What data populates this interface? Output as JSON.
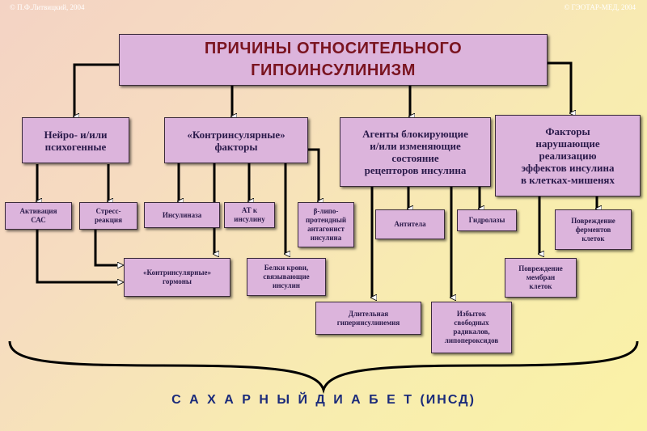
{
  "copyright_left": "© П.Ф.Литвицкий, 2004",
  "copyright_right": "© ГЭОТАР-МЕД, 2004",
  "title_line1": "ПРИЧИНЫ  ОТНОСИТЕЛЬНОГО",
  "title_line2": "ГИПОИНСУЛИНИЗМ",
  "categories": {
    "neuro": [
      "Нейро- и/или",
      "психогенные"
    ],
    "contra": [
      "«Контринсулярные»",
      "факторы"
    ],
    "agents": [
      "Агенты блокирующие",
      "и/или изменяющие",
      "состояние",
      "рецепторов инсулина"
    ],
    "factors": [
      "Факторы",
      "нарушающие",
      "реализацию",
      "эффектов инсулина",
      "в клетках-мишенях"
    ]
  },
  "items": {
    "sas": [
      "Активация",
      "САС"
    ],
    "stress": [
      "Стресс-",
      "реакция"
    ],
    "insulinase": [
      "Инсулиназа"
    ],
    "at": [
      "АТ к",
      "инсулину"
    ],
    "beta": [
      "β-липо-",
      "протеидный",
      "антагонист",
      "инсулина"
    ],
    "hormones": [
      "«Контринсулярные»",
      "гормоны"
    ],
    "proteins": [
      "Белки крови,",
      "связывающие",
      "инсулин"
    ],
    "antibodies": [
      "Антитела"
    ],
    "hydrolases": [
      "Гидролазы"
    ],
    "enzymes": [
      "Повреждение",
      "ферментов",
      "клеток"
    ],
    "membranes": [
      "Повреждение",
      "мембран",
      "клеток"
    ],
    "hyperinsulin": [
      "Длительная",
      "гиперинсулинемия"
    ],
    "radicals": [
      "Избыток",
      "свободных",
      "радикалов,",
      "липопероксидов"
    ]
  },
  "footer": "С А Х А Р Н Ы Й   Д И А Б Е Т (ИНСД)",
  "colors": {
    "box": "#dcb4dc",
    "title": "#7a1420",
    "text": "#2a1a4a",
    "footer": "#1a2a7a"
  }
}
